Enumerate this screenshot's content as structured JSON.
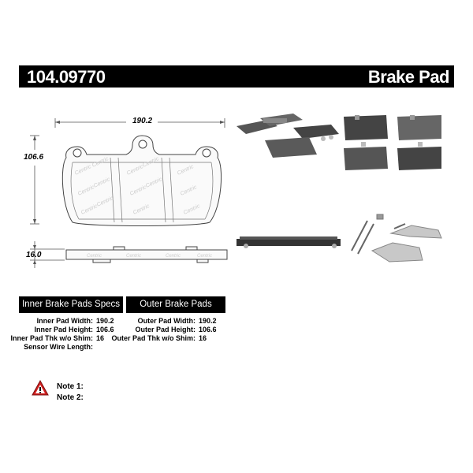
{
  "header": {
    "part_number": "104.09770",
    "product_type": "Brake Pad"
  },
  "dimensions": {
    "width": "190.2",
    "height": "106.6",
    "thickness": "16.0"
  },
  "inner_specs": {
    "title": "Inner Brake Pads Specs",
    "rows": [
      {
        "label": "Inner Pad Width:",
        "value": "190.2"
      },
      {
        "label": "Inner Pad Height:",
        "value": "106.6"
      },
      {
        "label": "Inner Pad Thk w/o Shim:",
        "value": "16"
      },
      {
        "label": "Sensor Wire Length:",
        "value": ""
      }
    ]
  },
  "outer_specs": {
    "title": "Outer Brake Pads Specs",
    "rows": [
      {
        "label": "Outer Pad Width:",
        "value": "190.2"
      },
      {
        "label": "Outer Pad Height:",
        "value": "106.6"
      },
      {
        "label": "Outer Pad Thk w/o Shim:",
        "value": "16"
      }
    ]
  },
  "notes": {
    "note1_label": "Note 1:",
    "note2_label": "Note 2:"
  },
  "colors": {
    "header_bg": "#000000",
    "warning_red": "#d21f1f"
  }
}
